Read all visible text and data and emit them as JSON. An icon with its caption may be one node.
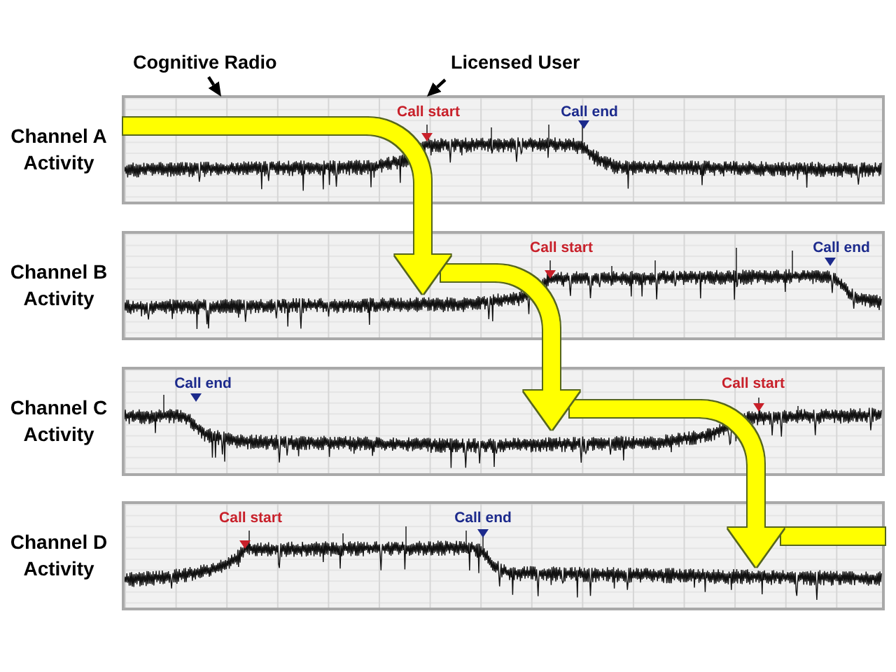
{
  "diagram": {
    "nodes": [
      {
        "text": [
          "Cognitive Radio"
        ]
      },
      {
        "text": [
          "Licensed User"
        ]
      },
      {
        "text": [
          "Channel A Activity",
          "Call start",
          "Call end"
        ]
      },
      {
        "text": [
          "Channel B Activity",
          "Call start",
          "Call end"
        ]
      },
      {
        "text": [
          "Channel C Activity",
          "Call end",
          "Call start"
        ]
      },
      {
        "text": [
          "Channel D Activity",
          "Call start",
          "Call end"
        ]
      }
    ],
    "edges": [
      {
        "from": 0,
        "to": 2,
        "arrow": "to",
        "color": "#000000"
      },
      {
        "from": 1,
        "to": 2,
        "arrow": "to",
        "color": "#000000"
      },
      {
        "from": 2,
        "to": 3,
        "arrow": "to",
        "color": "#ffff00"
      },
      {
        "from": 3,
        "to": 4,
        "arrow": "to",
        "color": "#ffff00"
      },
      {
        "from": 4,
        "to": 5,
        "arrow": "to",
        "color": "#ffff00"
      },
      {
        "from": 5,
        "to": null,
        "arrow": "none",
        "color": "#ffff00"
      }
    ]
  }
}
